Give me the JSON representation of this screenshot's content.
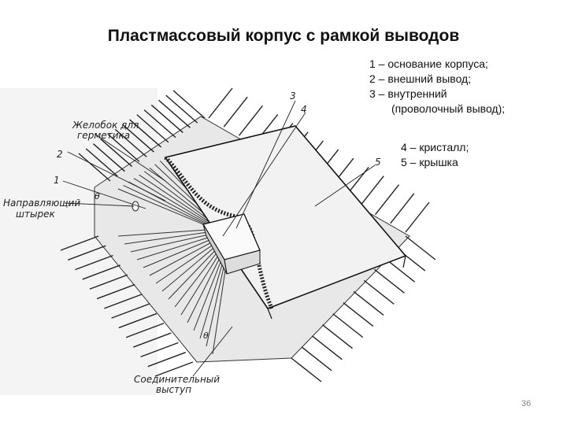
{
  "slide": {
    "title": "Пластмассовый корпус с рамкой выводов",
    "page_number": "36"
  },
  "legend": {
    "items": [
      "1 – основание корпуса;",
      "2 – внешний вывод;",
      "3 – внутренний",
      "(проволочный вывод);",
      "4 – кристалл;",
      "5 – крышка"
    ]
  },
  "figure": {
    "labels": {
      "groove_line1": "Желобок для",
      "groove_line2": "герметика",
      "guide_line1": "Направляющий",
      "guide_line2": "штырек",
      "bump_line1": "Соединительный",
      "bump_line2": "выступ",
      "num1": "1",
      "num2": "2",
      "num3": "3",
      "num4": "4",
      "num5": "5",
      "theta1": "θ",
      "theta2": "θ"
    }
  }
}
